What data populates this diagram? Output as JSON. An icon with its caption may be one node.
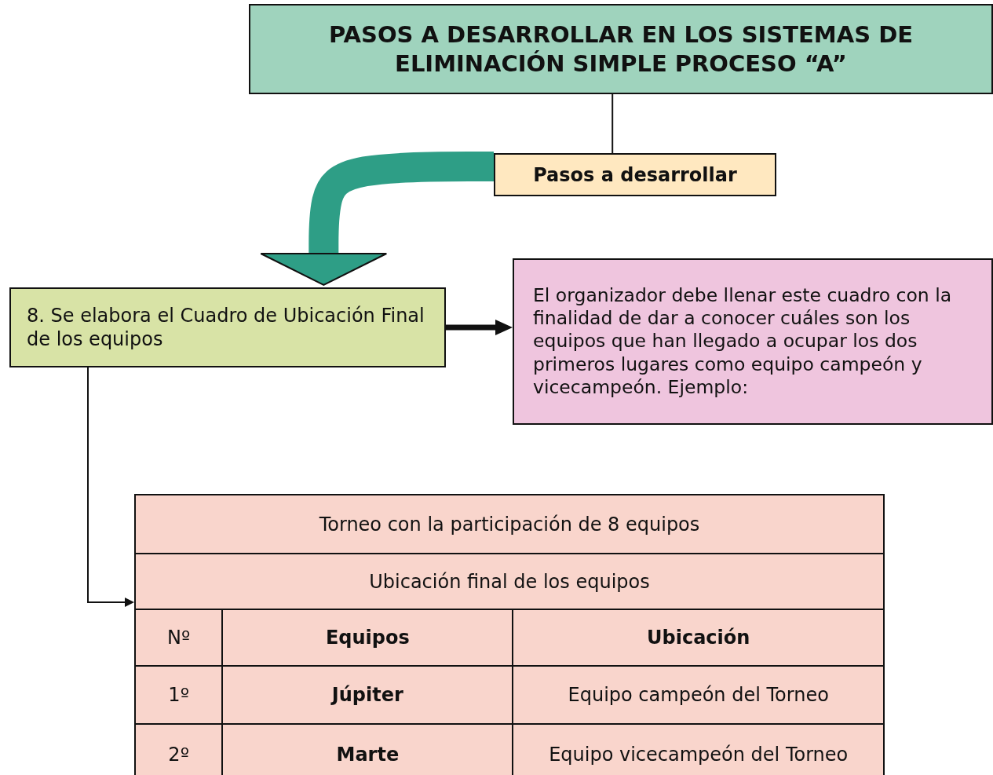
{
  "diagram": {
    "nodes": [
      {
        "text": [
          "PASOS A DESARROLLAR EN LOS SISTEMAS DE ELIMINACIÓN SIMPLE PROCESO “A”"
        ]
      },
      {
        "text": [
          "Pasos a desarrollar"
        ]
      },
      {
        "text": [
          "8. Se elabora el Cuadro de Ubicación Final de los equipos"
        ]
      },
      {
        "text": [
          "El organizador debe llenar este cuadro con la finalidad de dar a conocer cuáles son los equipos que han llegado a ocupar los dos primeros lugares como equipo campeón y vicecampeón. Ejemplo:"
        ]
      },
      {
        "text": [
          "Torneo con la participación de 8 equipos",
          "Ubicación final de los equipos",
          "Nº",
          "Equipos",
          "Ubicación",
          "1º",
          "Júpiter",
          "Equipo campeón del Torneo",
          "2º",
          "Marte",
          "Equipo vicecampeón del Torneo"
        ]
      }
    ],
    "edges": [
      {
        "from": 0,
        "to": 1,
        "arrow": "none"
      },
      {
        "from": 1,
        "to": 2,
        "arrow": "to",
        "style": "thick",
        "color": "#2e9e86"
      },
      {
        "from": 2,
        "to": 3,
        "arrow": "to",
        "style": "thick"
      },
      {
        "from": 2,
        "to": 4,
        "arrow": "to"
      }
    ]
  }
}
